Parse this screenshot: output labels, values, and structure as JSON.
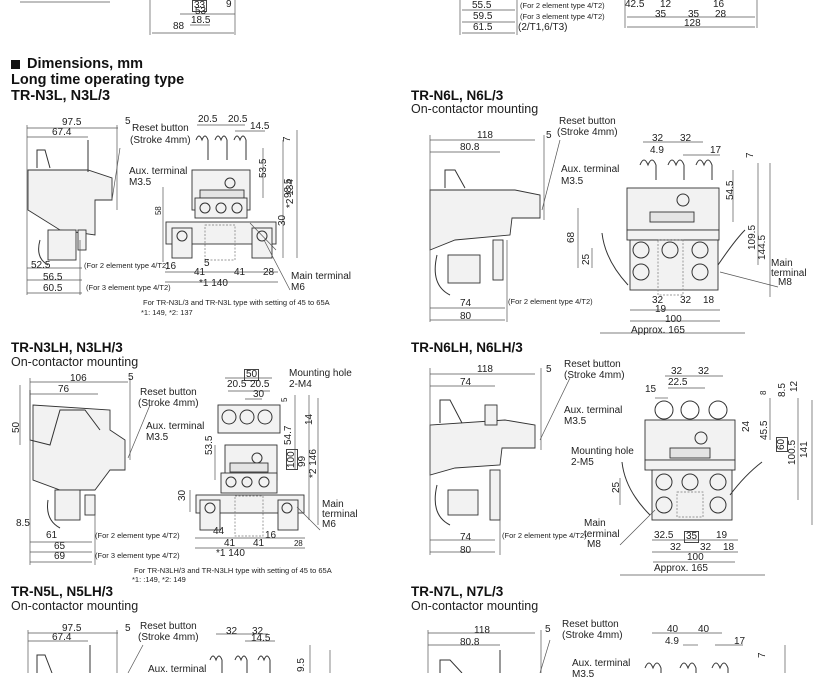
{
  "top_fragment": {
    "left": {
      "dims": [
        "33",
        "9",
        "53",
        "18.5",
        "88"
      ]
    },
    "right": {
      "dims_left": [
        "55.5",
        "59.5",
        "61.5"
      ],
      "notes": [
        "(For 2 element type 4/T2)",
        "(For 3 element type 4/T2)",
        "(2/T1,6/T3)"
      ],
      "dims_right": [
        "42.5",
        "12",
        "16",
        "35",
        "35",
        "28",
        "128"
      ]
    }
  },
  "section": {
    "title": "Dimensions, mm",
    "bullet_icon": "square-bullet",
    "subtitle": "Long time operating type"
  },
  "panels": {
    "n3l": {
      "title": "TR-N3L, N3L/3",
      "side_dims": [
        "97.5",
        "67.4",
        "5",
        "52.5",
        "56.5",
        "60.5"
      ],
      "labels": {
        "reset": "Reset button",
        "stroke": "(Stroke 4mm)",
        "aux": "Aux. terminal",
        "aux_size": "M3.5",
        "main": "Main terminal",
        "main_size": "M6"
      },
      "notes": [
        "(For 2 element type 4/T2)",
        "(For 3 element type 4/T2)"
      ],
      "front_dims": [
        "20.5",
        "20.5",
        "14.5",
        "7",
        "53.5",
        "98.5",
        "*2 134",
        "58",
        "30",
        "16",
        "5",
        "41",
        "41",
        "28",
        "*1 140"
      ],
      "footnote": [
        "For TR-N3L/3 and TR-N3L type with setting of 45 to 65A",
        "*1: 149, *2: 137"
      ]
    },
    "n6l": {
      "title": "TR-N6L, N6L/3",
      "subtitle": "On-contactor mounting",
      "side_dims": [
        "118",
        "80.8",
        "5",
        "74",
        "80"
      ],
      "labels": {
        "reset": "Reset button",
        "stroke": "(Stroke 4mm)",
        "aux": "Aux. terminal",
        "aux_size": "M3.5",
        "main": "Main",
        "main2": "terminal",
        "main_size": "M8"
      },
      "notes": [
        "(For 2 element type 4/T2)"
      ],
      "front_dims": [
        "32",
        "32",
        "4.9",
        "17",
        "7",
        "54.5",
        "68",
        "25",
        "109.5",
        "144.5",
        "32",
        "32",
        "18",
        "19",
        "100",
        "Approx.  165"
      ]
    },
    "n3lh": {
      "title": "TR-N3LH, N3LH/3",
      "subtitle": "On-contactor mounting",
      "side_dims": [
        "106",
        "76",
        "5",
        "50",
        "8.5",
        "61",
        "65",
        "69"
      ],
      "labels": {
        "reset": "Reset button",
        "stroke": "(Stroke 4mm)",
        "aux": "Aux. terminal",
        "aux_size": "M3.5",
        "mount": "Mounting hole",
        "mount_size": "2-M4",
        "main": "Main",
        "main2": "terminal",
        "main_size": "M6"
      },
      "notes": [
        "(For 2 element type 4/T2)",
        "(For 3 element type 4/T2)"
      ],
      "front_dims": [
        "50",
        "20.5",
        "20.5",
        "30",
        "5",
        "14",
        "53.5",
        "54.7",
        "100",
        "99",
        "*2 146",
        "30",
        "44",
        "16",
        "41",
        "41",
        "28",
        "*1 140"
      ],
      "footnote": [
        "For TR-N3LH/3 and TR-N3LH type with setting of 45 to 65A",
        "*1: :149, *2: 149"
      ]
    },
    "n6lh": {
      "title": "TR-N6LH, N6LH/3",
      "side_dims": [
        "118",
        "74",
        "5",
        "74",
        "80"
      ],
      "labels": {
        "reset": "Reset button",
        "stroke": "(Stroke 4mm)",
        "aux": "Aux. terminal",
        "aux_size": "M3.5",
        "mount": "Mounting hole",
        "mount_size": "2-M5",
        "main": "Main",
        "main2": "terminal",
        "main_size": "M8"
      },
      "notes": [
        "(For 2 element type 4/T2)"
      ],
      "front_dims": [
        "32",
        "32",
        "22.5",
        "15",
        "8",
        "8.5",
        "12",
        "24",
        "45.5",
        "60",
        "100.5",
        "141",
        "25",
        "32.5",
        "35",
        "19",
        "32",
        "32",
        "18",
        "100",
        "Approx.  165"
      ]
    },
    "n5l": {
      "title": "TR-N5L, N5LH/3",
      "subtitle": "On-contactor mounting",
      "side_dims": [
        "97.5",
        "67.4",
        "5"
      ],
      "labels": {
        "reset": "Reset button",
        "stroke": "(Stroke 4mm)",
        "aux": "Aux. terminal"
      },
      "front_dims": [
        "32",
        "32",
        "14.5",
        "9.5"
      ]
    },
    "n7l": {
      "title": "TR-N7L, N7L/3",
      "subtitle": "On-contactor mounting",
      "side_dims": [
        "118",
        "80.8",
        "5"
      ],
      "labels": {
        "reset": "Reset button",
        "stroke": "(Stroke 4mm)",
        "aux": "Aux. terminal",
        "aux_size": "M3.5"
      },
      "front_dims": [
        "40",
        "40",
        "4.9",
        "17",
        "7"
      ]
    }
  }
}
